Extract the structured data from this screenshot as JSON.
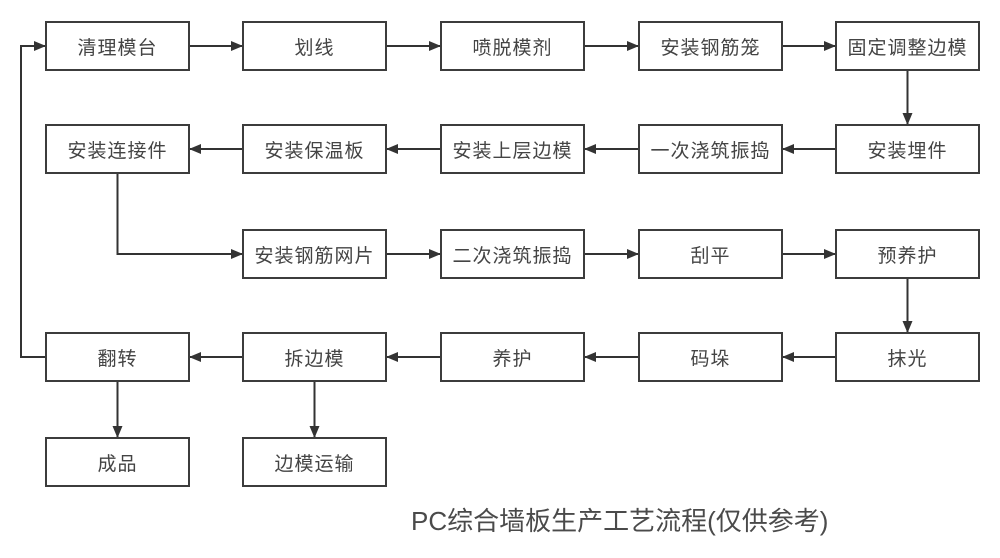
{
  "diagram": {
    "title": "PC综合墙板生产工艺流程(仅供参考)",
    "nodes": {
      "clean_table": "清理模台",
      "scribe_lines": "划线",
      "spray_release_agent": "喷脱模剂",
      "install_rebar_cage": "安装钢筋笼",
      "fix_adjust_side_forms": "固定调整边模",
      "install_embedded_parts": "安装埋件",
      "first_pour_vibrate": "一次浇筑振捣",
      "install_upper_side_forms": "安装上层边模",
      "install_insulation_board": "安装保温板",
      "install_connectors": "安装连接件",
      "install_rebar_mesh": "安装钢筋网片",
      "second_pour_vibrate": "二次浇筑振捣",
      "scrape_flat": "刮平",
      "pre_curing": "预养护",
      "troweling": "抹光",
      "stacking": "码垛",
      "curing": "养护",
      "remove_side_forms": "拆边模",
      "flip": "翻转",
      "finished_product": "成品",
      "side_form_transport": "边模运输"
    },
    "edges": [
      {
        "from": "clean_table",
        "to": "scribe_lines"
      },
      {
        "from": "scribe_lines",
        "to": "spray_release_agent"
      },
      {
        "from": "spray_release_agent",
        "to": "install_rebar_cage"
      },
      {
        "from": "install_rebar_cage",
        "to": "fix_adjust_side_forms"
      },
      {
        "from": "fix_adjust_side_forms",
        "to": "install_embedded_parts"
      },
      {
        "from": "install_embedded_parts",
        "to": "first_pour_vibrate"
      },
      {
        "from": "first_pour_vibrate",
        "to": "install_upper_side_forms"
      },
      {
        "from": "install_upper_side_forms",
        "to": "install_insulation_board"
      },
      {
        "from": "install_insulation_board",
        "to": "install_connectors"
      },
      {
        "from": "install_connectors",
        "to": "install_rebar_mesh"
      },
      {
        "from": "install_rebar_mesh",
        "to": "second_pour_vibrate"
      },
      {
        "from": "second_pour_vibrate",
        "to": "scrape_flat"
      },
      {
        "from": "scrape_flat",
        "to": "pre_curing"
      },
      {
        "from": "pre_curing",
        "to": "troweling"
      },
      {
        "from": "troweling",
        "to": "stacking"
      },
      {
        "from": "stacking",
        "to": "curing"
      },
      {
        "from": "curing",
        "to": "remove_side_forms"
      },
      {
        "from": "remove_side_forms",
        "to": "flip"
      },
      {
        "from": "flip",
        "to": "clean_table"
      },
      {
        "from": "flip",
        "to": "finished_product"
      },
      {
        "from": "remove_side_forms",
        "to": "side_form_transport"
      }
    ],
    "colors": {
      "box_border": "#3c3c3c",
      "box_fill": "#ffffff",
      "line": "#333333",
      "text": "#444444",
      "title": "#4a4a4a"
    }
  }
}
